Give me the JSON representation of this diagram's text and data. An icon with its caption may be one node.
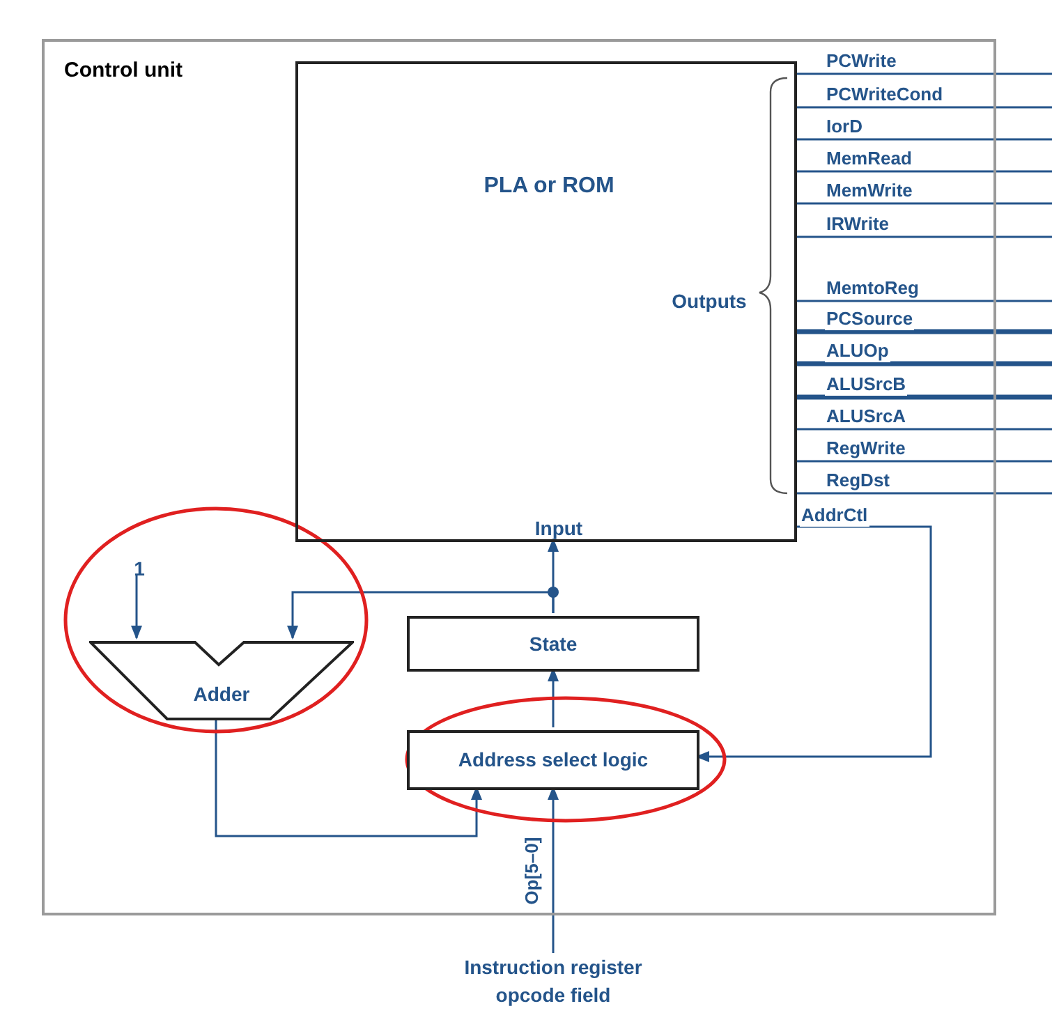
{
  "diagram": {
    "nodes": [
      {
        "text": [
          "Control unit"
        ]
      },
      {
        "text": [
          "PLA or ROM",
          "Outputs",
          "Input"
        ],
        "in": 0
      },
      {
        "text": [
          "State"
        ],
        "in": 0
      },
      {
        "text": [
          "Address select logic"
        ],
        "in": 0
      },
      {
        "text": [
          "Adder"
        ],
        "in": 0
      },
      {
        "text": [
          "1"
        ],
        "in": 0
      },
      {
        "text": [
          "Instruction register opcode field"
        ]
      }
    ],
    "edges": [
      {
        "from": 1,
        "to": null,
        "arrow": "none",
        "label": "PCWrite"
      },
      {
        "from": 1,
        "to": null,
        "arrow": "none",
        "label": "PCWriteCond"
      },
      {
        "from": 1,
        "to": null,
        "arrow": "none",
        "label": "IorD"
      },
      {
        "from": 1,
        "to": null,
        "arrow": "none",
        "label": "MemRead"
      },
      {
        "from": 1,
        "to": null,
        "arrow": "none",
        "label": "MemWrite"
      },
      {
        "from": 1,
        "to": null,
        "arrow": "none",
        "label": "IRWrite"
      },
      {
        "from": 1,
        "to": null,
        "arrow": "none",
        "label": "MemtoReg"
      },
      {
        "from": 1,
        "to": null,
        "arrow": "none",
        "label": "PCSource",
        "style": "thick"
      },
      {
        "from": 1,
        "to": null,
        "arrow": "none",
        "label": "ALUOp",
        "style": "thick"
      },
      {
        "from": 1,
        "to": null,
        "arrow": "none",
        "label": "ALUSrcB",
        "style": "thick"
      },
      {
        "from": 1,
        "to": null,
        "arrow": "none",
        "label": "ALUSrcA"
      },
      {
        "from": 1,
        "to": null,
        "arrow": "none",
        "label": "RegWrite"
      },
      {
        "from": 1,
        "to": null,
        "arrow": "none",
        "label": "RegDst"
      },
      {
        "from": 1,
        "to": 3,
        "arrow": "to",
        "label": "AddrCtl"
      },
      {
        "from": 2,
        "to": 1,
        "arrow": "to"
      },
      {
        "from": 2,
        "to": 4,
        "arrow": "to"
      },
      {
        "from": 3,
        "to": 2,
        "arrow": "to"
      },
      {
        "from": 4,
        "to": 3,
        "arrow": "to"
      },
      {
        "from": 5,
        "to": 4,
        "arrow": "to"
      },
      {
        "from": 6,
        "to": 3,
        "arrow": "to",
        "label": "Op[5–0]"
      }
    ]
  }
}
